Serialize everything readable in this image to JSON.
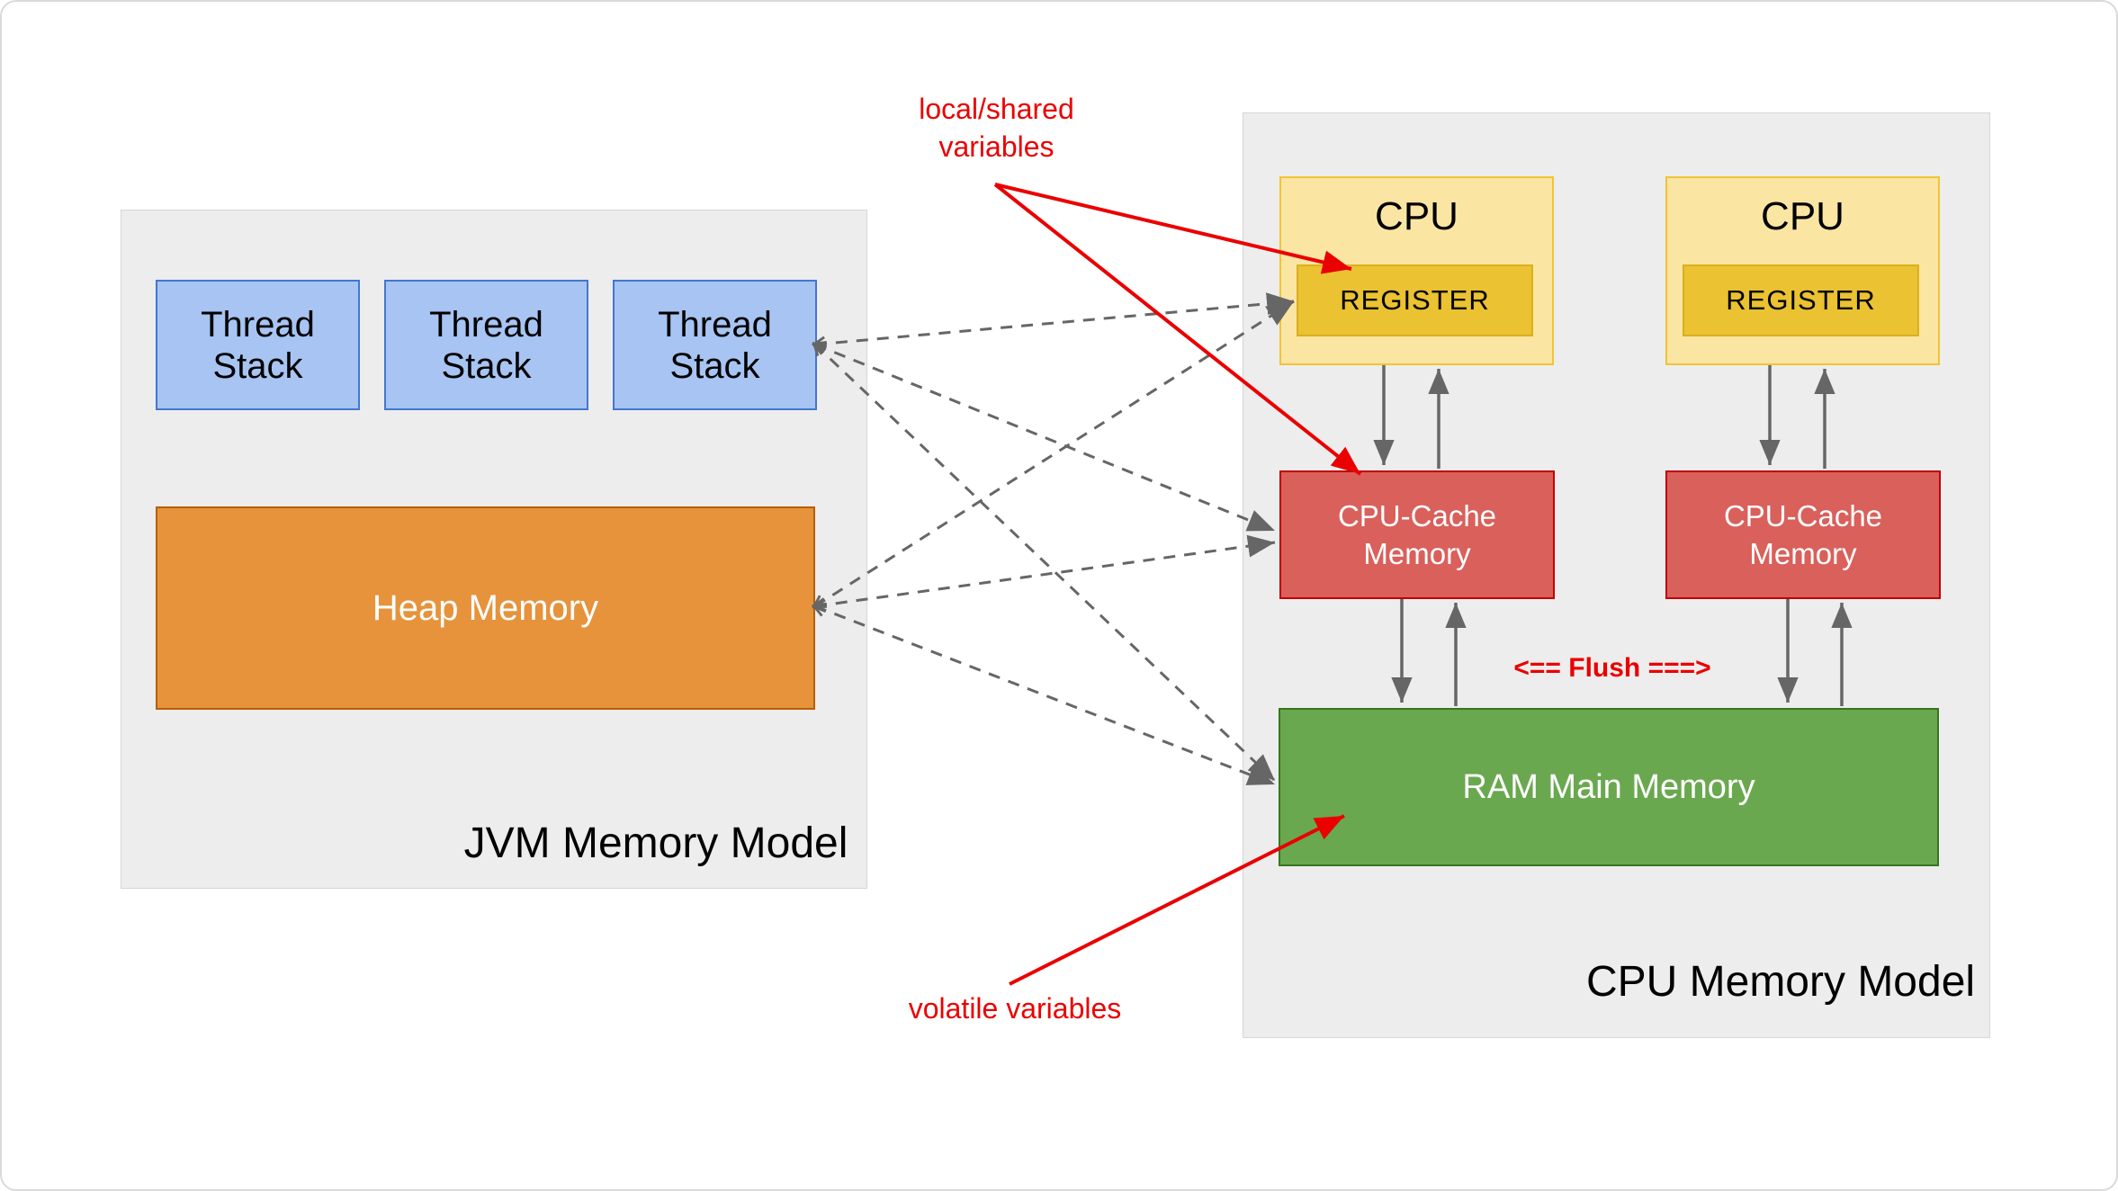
{
  "colors": {
    "red": "#EA0000",
    "line_gray": "#666666",
    "panel_fill": "#EDEDED",
    "panel_border": "#D6D6D6",
    "blue_fill": "#A7C4F2",
    "blue_border": "#4377CE",
    "orange_fill": "#E6933C",
    "orange_border": "#B45F06",
    "yellow_fill": "#FBE5A3",
    "yellow_border": "#F0C437",
    "gold_fill": "#EAC232",
    "gold_border": "#DCAF1E",
    "cache_fill": "#D9605B",
    "cache_border": "#C00000",
    "green_fill": "#6AA84F",
    "green_border": "#38761D",
    "text_black": "#000000",
    "text_white": "#FFFFFF"
  },
  "jvm_panel": {
    "title": "JVM Memory Model",
    "thread_stacks": [
      {
        "label": "Thread Stack"
      },
      {
        "label": "Thread Stack"
      },
      {
        "label": "Thread Stack"
      }
    ],
    "heap": {
      "label": "Heap Memory"
    }
  },
  "cpu_panel": {
    "title": "CPU Memory Model",
    "flush_label": "<== Flush ===>",
    "columns": [
      {
        "cpu_label": "CPU",
        "register_label": "REGISTER",
        "cache_label": "CPU-Cache Memory"
      },
      {
        "cpu_label": "CPU",
        "register_label": "REGISTER",
        "cache_label": "CPU-Cache Memory"
      }
    ],
    "ram": {
      "label": "RAM Main Memory"
    }
  },
  "annotations": {
    "local_shared_lines": [
      "local/shared",
      "variables"
    ],
    "volatile_label": "volatile variables"
  },
  "edges": [
    {
      "from": "thread-stack-3",
      "to": "register-1",
      "style": "dashed-bidirectional"
    },
    {
      "from": "thread-stack-3",
      "to": "cpu-cache-1",
      "style": "dashed-bidirectional"
    },
    {
      "from": "thread-stack-3",
      "to": "ram",
      "style": "dashed-bidirectional"
    },
    {
      "from": "heap",
      "to": "register-1",
      "style": "dashed-bidirectional"
    },
    {
      "from": "heap",
      "to": "cpu-cache-1",
      "style": "dashed-bidirectional"
    },
    {
      "from": "heap",
      "to": "ram",
      "style": "dashed-bidirectional"
    },
    {
      "from": "cpu-1",
      "to": "cpu-cache-1",
      "style": "solid-down"
    },
    {
      "from": "cpu-cache-1",
      "to": "cpu-1",
      "style": "solid-up"
    },
    {
      "from": "cpu-cache-1",
      "to": "ram",
      "style": "solid-down"
    },
    {
      "from": "ram",
      "to": "cpu-cache-1",
      "style": "solid-up"
    },
    {
      "from": "cpu-2",
      "to": "cpu-cache-2",
      "style": "solid-down"
    },
    {
      "from": "cpu-cache-2",
      "to": "cpu-2",
      "style": "solid-up"
    },
    {
      "from": "cpu-cache-2",
      "to": "ram",
      "style": "solid-down"
    },
    {
      "from": "ram",
      "to": "cpu-cache-2",
      "style": "solid-up"
    },
    {
      "from": "local-shared-label",
      "to": "register-1",
      "style": "red-solid"
    },
    {
      "from": "local-shared-label",
      "to": "cpu-cache-1",
      "style": "red-solid"
    },
    {
      "from": "volatile-label",
      "to": "ram",
      "style": "red-solid"
    }
  ]
}
